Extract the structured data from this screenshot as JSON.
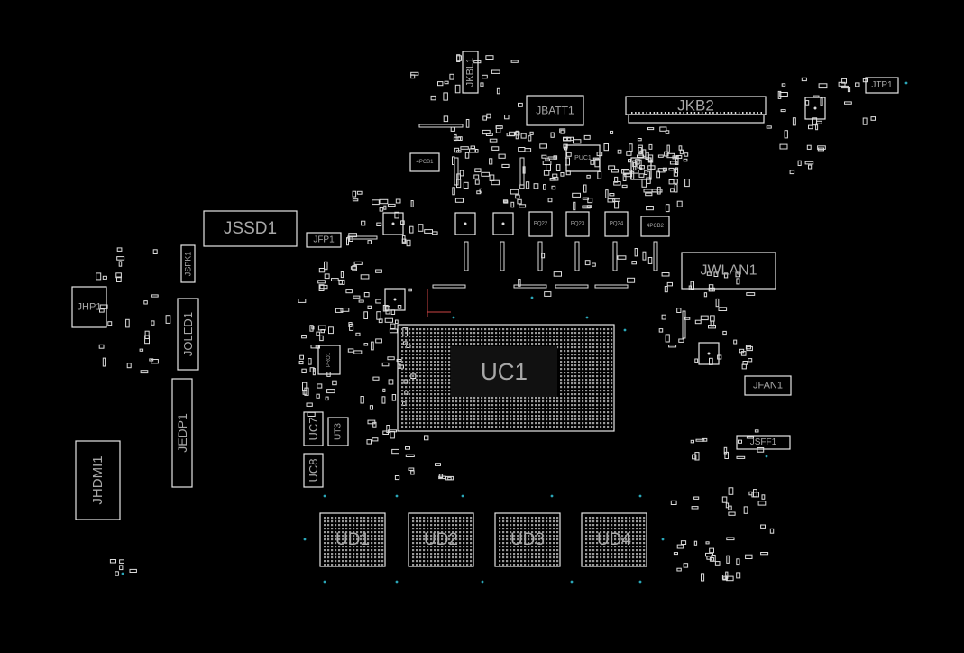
{
  "view": {
    "background": "#000000",
    "outline_color": "#e6e6e6",
    "label_color": "#a8a8a8",
    "via_color": "#2aa6b8"
  },
  "components": {
    "JKBL1": "JKBL1",
    "JBATT1": "JBATT1",
    "JKB2": "JKB2",
    "JTP1": "JTP1",
    "JSSD1": "JSSD1",
    "JFP1": "JFP1",
    "JSPK1": "JSPK1",
    "JHP1": "JHP1",
    "JOLED1": "JOLED1",
    "JEDP1": "JEDP1",
    "JHDMI1": "JHDMI1",
    "JWLAN1": "JWLAN1",
    "UC1": "UC1",
    "JFAN1": "JFAN1",
    "JSFF1": "JSFF1",
    "UC7": "UC7",
    "UT3": "UT3",
    "UC8": "UC8",
    "UD1": "UD1",
    "UD2": "UD2",
    "UD3": "UD3",
    "UD4": "UD4",
    "PUC1": "PUC1",
    "PCB1": "4PCB1",
    "PCB2": "4PCB2",
    "PQ22": "PQ22",
    "PQ23": "PQ23",
    "PQ24": "PQ24",
    "PRO1": "PRO1"
  }
}
